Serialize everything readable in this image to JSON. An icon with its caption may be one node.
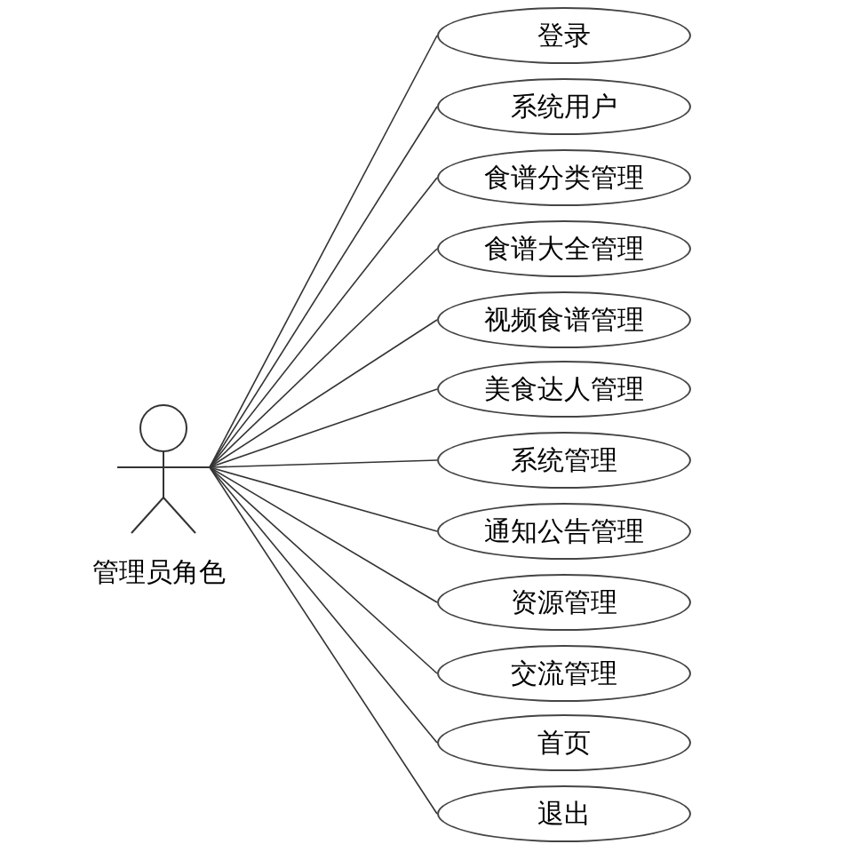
{
  "diagram": {
    "nodes": [
      {
        "text": [
          "管理员角色"
        ]
      },
      {
        "text": [
          "登录"
        ]
      },
      {
        "text": [
          "系统用户"
        ]
      },
      {
        "text": [
          "食谱分类管理"
        ]
      },
      {
        "text": [
          "食谱大全管理"
        ]
      },
      {
        "text": [
          "视频食谱管理"
        ]
      },
      {
        "text": [
          "美食达人管理"
        ]
      },
      {
        "text": [
          "系统管理"
        ]
      },
      {
        "text": [
          "通知公告管理"
        ]
      },
      {
        "text": [
          "资源管理"
        ]
      },
      {
        "text": [
          "交流管理"
        ]
      },
      {
        "text": [
          "首页"
        ]
      },
      {
        "text": [
          "退出"
        ]
      }
    ],
    "edges": [
      {
        "from": 0,
        "to": 1,
        "arrow": "none"
      },
      {
        "from": 0,
        "to": 2,
        "arrow": "none"
      },
      {
        "from": 0,
        "to": 3,
        "arrow": "none"
      },
      {
        "from": 0,
        "to": 4,
        "arrow": "none"
      },
      {
        "from": 0,
        "to": 5,
        "arrow": "none"
      },
      {
        "from": 0,
        "to": 6,
        "arrow": "none"
      },
      {
        "from": 0,
        "to": 7,
        "arrow": "none"
      },
      {
        "from": 0,
        "to": 8,
        "arrow": "none"
      },
      {
        "from": 0,
        "to": 9,
        "arrow": "none"
      },
      {
        "from": 0,
        "to": 10,
        "arrow": "none"
      },
      {
        "from": 0,
        "to": 11,
        "arrow": "none"
      },
      {
        "from": 0,
        "to": 12,
        "arrow": "none"
      }
    ]
  }
}
